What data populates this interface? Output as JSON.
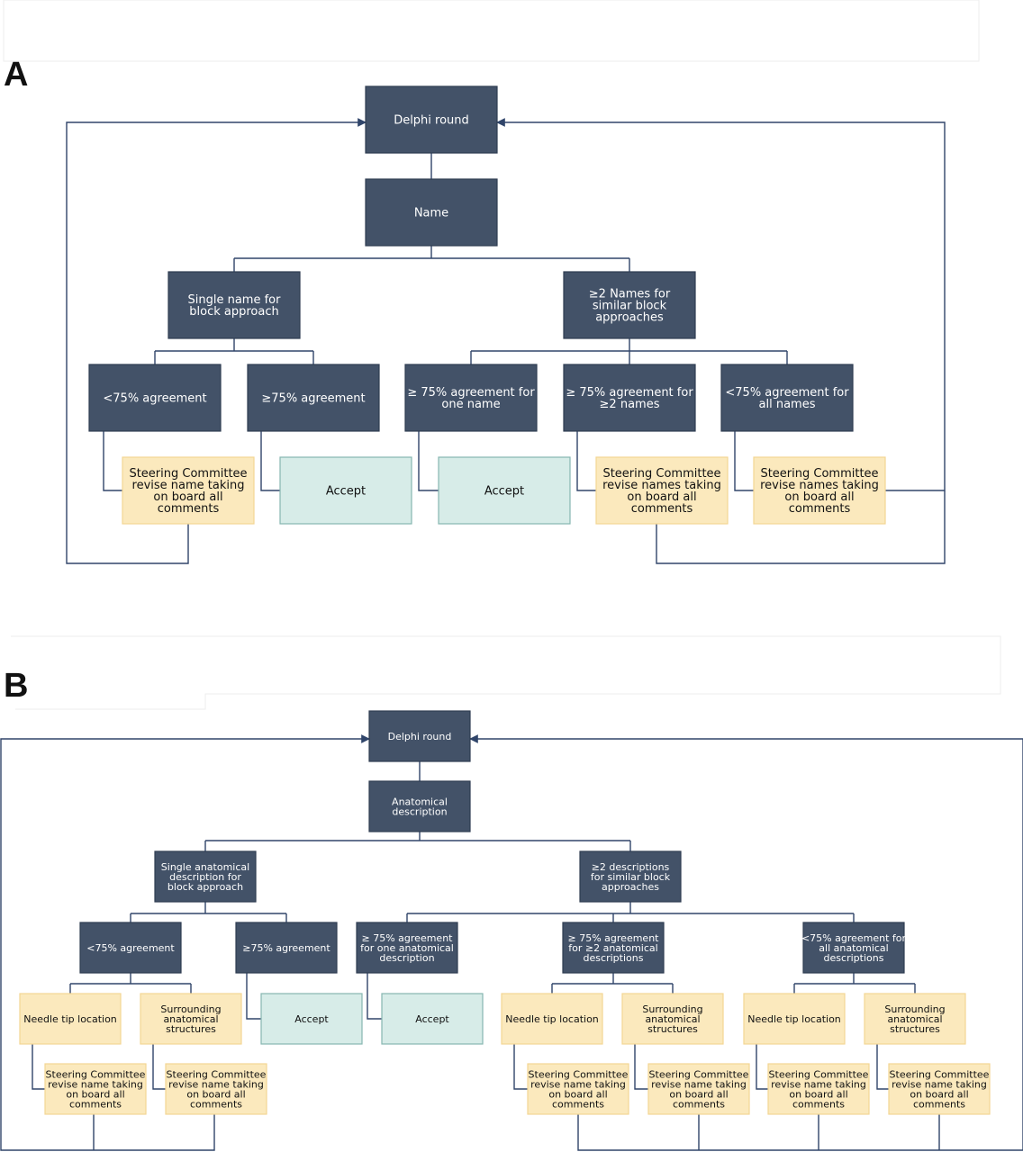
{
  "colors": {
    "dark_node": "#435268",
    "dark_node_border": "#2f3d52",
    "dark_text": "#ffffff",
    "yellow_node": "#fbe9bd",
    "yellow_border": "#f3d694",
    "teal_node": "#d7ece8",
    "teal_border": "#86b6b0",
    "node_text": "#111111",
    "connector": "#30456a"
  },
  "panel_a": {
    "label": "A",
    "delphi_round": "Delphi round",
    "name": "Name",
    "single_name": "Single name for block approach",
    "multi_names": "≥2 Names for similar block approaches",
    "lt75_agreement": "<75% agreement",
    "ge75_agreement": "≥75% agreement",
    "ge75_one_name": "≥ 75% agreement for one name",
    "ge75_multi_names": "≥ 75% agreement for ≥2 names",
    "lt75_all_names": "<75% agreement for all names",
    "revise_name": "Steering Committee revise name taking on board all comments",
    "accept_1": "Accept",
    "accept_2": "Accept",
    "revise_names_1": "Steering Committee revise names taking on board all comments",
    "revise_names_2": "Steering Committee revise names taking on board all comments"
  },
  "panel_b": {
    "label": "B",
    "delphi_round": "Delphi round",
    "anatomical_description": "Anatomical description",
    "single_description": "Single anatomical description for block approach",
    "multi_descriptions": "≥2 descriptions for similar block approaches",
    "lt75_agreement": "<75% agreement",
    "ge75_agreement": "≥75% agreement",
    "ge75_one_description": "≥ 75% agreement for one anatomical description",
    "ge75_multi_descriptions": "≥ 75% agreement for ≥2 anatomical descriptions",
    "lt75_all_descriptions": "<75% agreement for all anatomical descriptions",
    "needle_tip_1": "Needle tip location",
    "surrounding_1": "Surrounding anatomical structures",
    "accept_1": "Accept",
    "accept_2": "Accept",
    "needle_tip_2": "Needle tip location",
    "surrounding_2": "Surrounding anatomical structures",
    "needle_tip_3": "Needle tip location",
    "surrounding_3": "Surrounding anatomical structures",
    "revise_1": "Steering Committee revise name taking on board all comments",
    "revise_2": "Steering Committee revise name taking on board all comments",
    "revise_3": "Steering Committee revise name taking on board all comments",
    "revise_4": "Steering Committee revise name taking on board all comments",
    "revise_5": "Steering Committee revise name taking on board all comments",
    "revise_6": "Steering Committee revise name taking on board all comments"
  }
}
